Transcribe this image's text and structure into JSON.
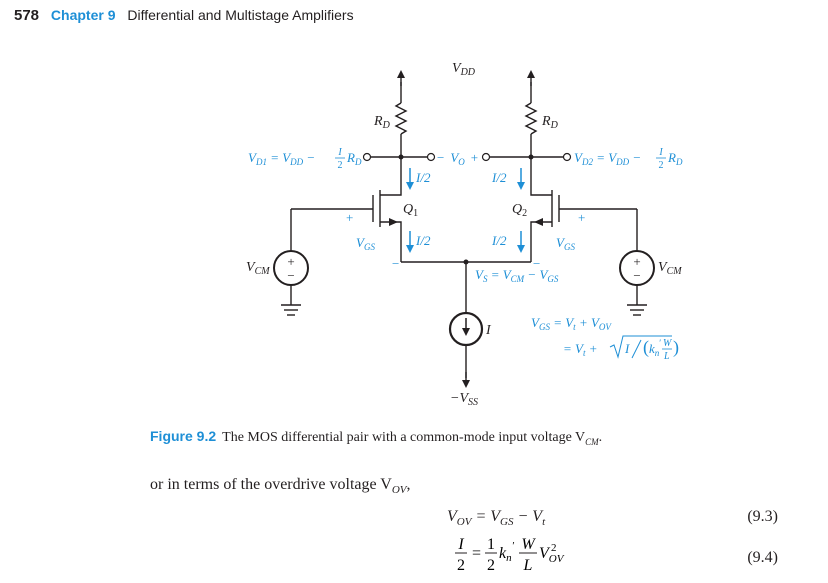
{
  "header": {
    "page_number": "578",
    "chapter": "Chapter 9",
    "title": "Differential and Multistage Amplifiers"
  },
  "circuit": {
    "vdd": "V",
    "vdd_sub": "DD",
    "rd_left": "R",
    "rd_left_sub": "D",
    "rd_right": "R",
    "rd_right_sub": "D",
    "vd1_label": "V",
    "vd1_sub": "D1",
    "vd1_rest": " = V",
    "vd1_rest_sub": "DD",
    "vd1_tail": " − ",
    "vd1_frac_num": "I",
    "vd1_frac_den": "2",
    "vd1_r": "R",
    "vd1_r_sub": "D",
    "vd2_label": "V",
    "vd2_sub": "D2",
    "vd2_rest": " = V",
    "vd2_rest_sub": "DD",
    "vd2_tail": " − ",
    "vd2_frac_num": "I",
    "vd2_frac_den": "2",
    "vd2_r": "R",
    "vd2_r_sub": "D",
    "vo_minus": "−",
    "vo": "V",
    "vo_sub": "O",
    "vo_plus": "+",
    "i_half_d1": "I/2",
    "i_half_s1": "I/2",
    "i_half_d2": "I/2",
    "i_half_s2": "I/2",
    "q1": "Q",
    "q1_sub": "1",
    "q2": "Q",
    "q2_sub": "2",
    "vgs_left": "V",
    "vgs_left_sub": "GS",
    "vgs_right": "V",
    "vgs_right_sub": "GS",
    "plus_left": "+",
    "plus_right": "+",
    "minus_left": "−",
    "minus_right": "−",
    "vcm_left": "V",
    "vcm_left_sub": "CM",
    "vcm_right": "V",
    "vcm_right_sub": "CM",
    "vs_eq": "V",
    "vs_eq_sub": "S",
    "vs_eq_rest": " = V",
    "vs_eq_rest_sub": "CM",
    "vs_eq_tail": " − V",
    "vs_eq_tail_sub": "GS",
    "current_source": "I",
    "vss": "−V",
    "vss_sub": "SS",
    "vgs_eq1": "V",
    "vgs_eq1_sub": "GS",
    "vgs_eq1_rest": " = V",
    "vgs_eq1_rest_sub": "t",
    "vgs_eq1_tail": " + V",
    "vgs_eq1_tail_sub": "OV",
    "vgs_eq2_lead": "= V",
    "vgs_eq2_lead_sub": "t",
    "vgs_eq2_plus": " + ",
    "vgs_eq2_inner": "I",
    "vgs_eq2_k": "k",
    "vgs_eq2_k_sub": "n",
    "vgs_eq2_prime": "′",
    "vgs_eq2_w": "W",
    "vgs_eq2_l": "L"
  },
  "caption": {
    "label": "Figure 9.2",
    "text": "The MOS differential pair with a common-mode input voltage V",
    "text_sub": "CM",
    "text_end": "."
  },
  "body": {
    "text": "or in terms of the overdrive voltage V",
    "text_sub": "OV",
    "text_end": ","
  },
  "equations": [
    {
      "lhs": "V",
      "lhs_sub": "OV",
      "rest": " = V",
      "rest_sub": "GS",
      "tail": " − V",
      "tail_sub": "t",
      "number": "(9.3)"
    },
    {
      "num": "I",
      "den": "2",
      "eq": "=",
      "c_num": "1",
      "c_den": "2",
      "k": "k",
      "k_sub": "n",
      "k_prime": "′",
      "w": "W",
      "l": "L",
      "v": "V",
      "v_sub": "OV",
      "v_sup": "2",
      "number": "(9.4)"
    }
  ],
  "colors": {
    "blue": "#1e8fd6",
    "ink": "#231f20"
  }
}
